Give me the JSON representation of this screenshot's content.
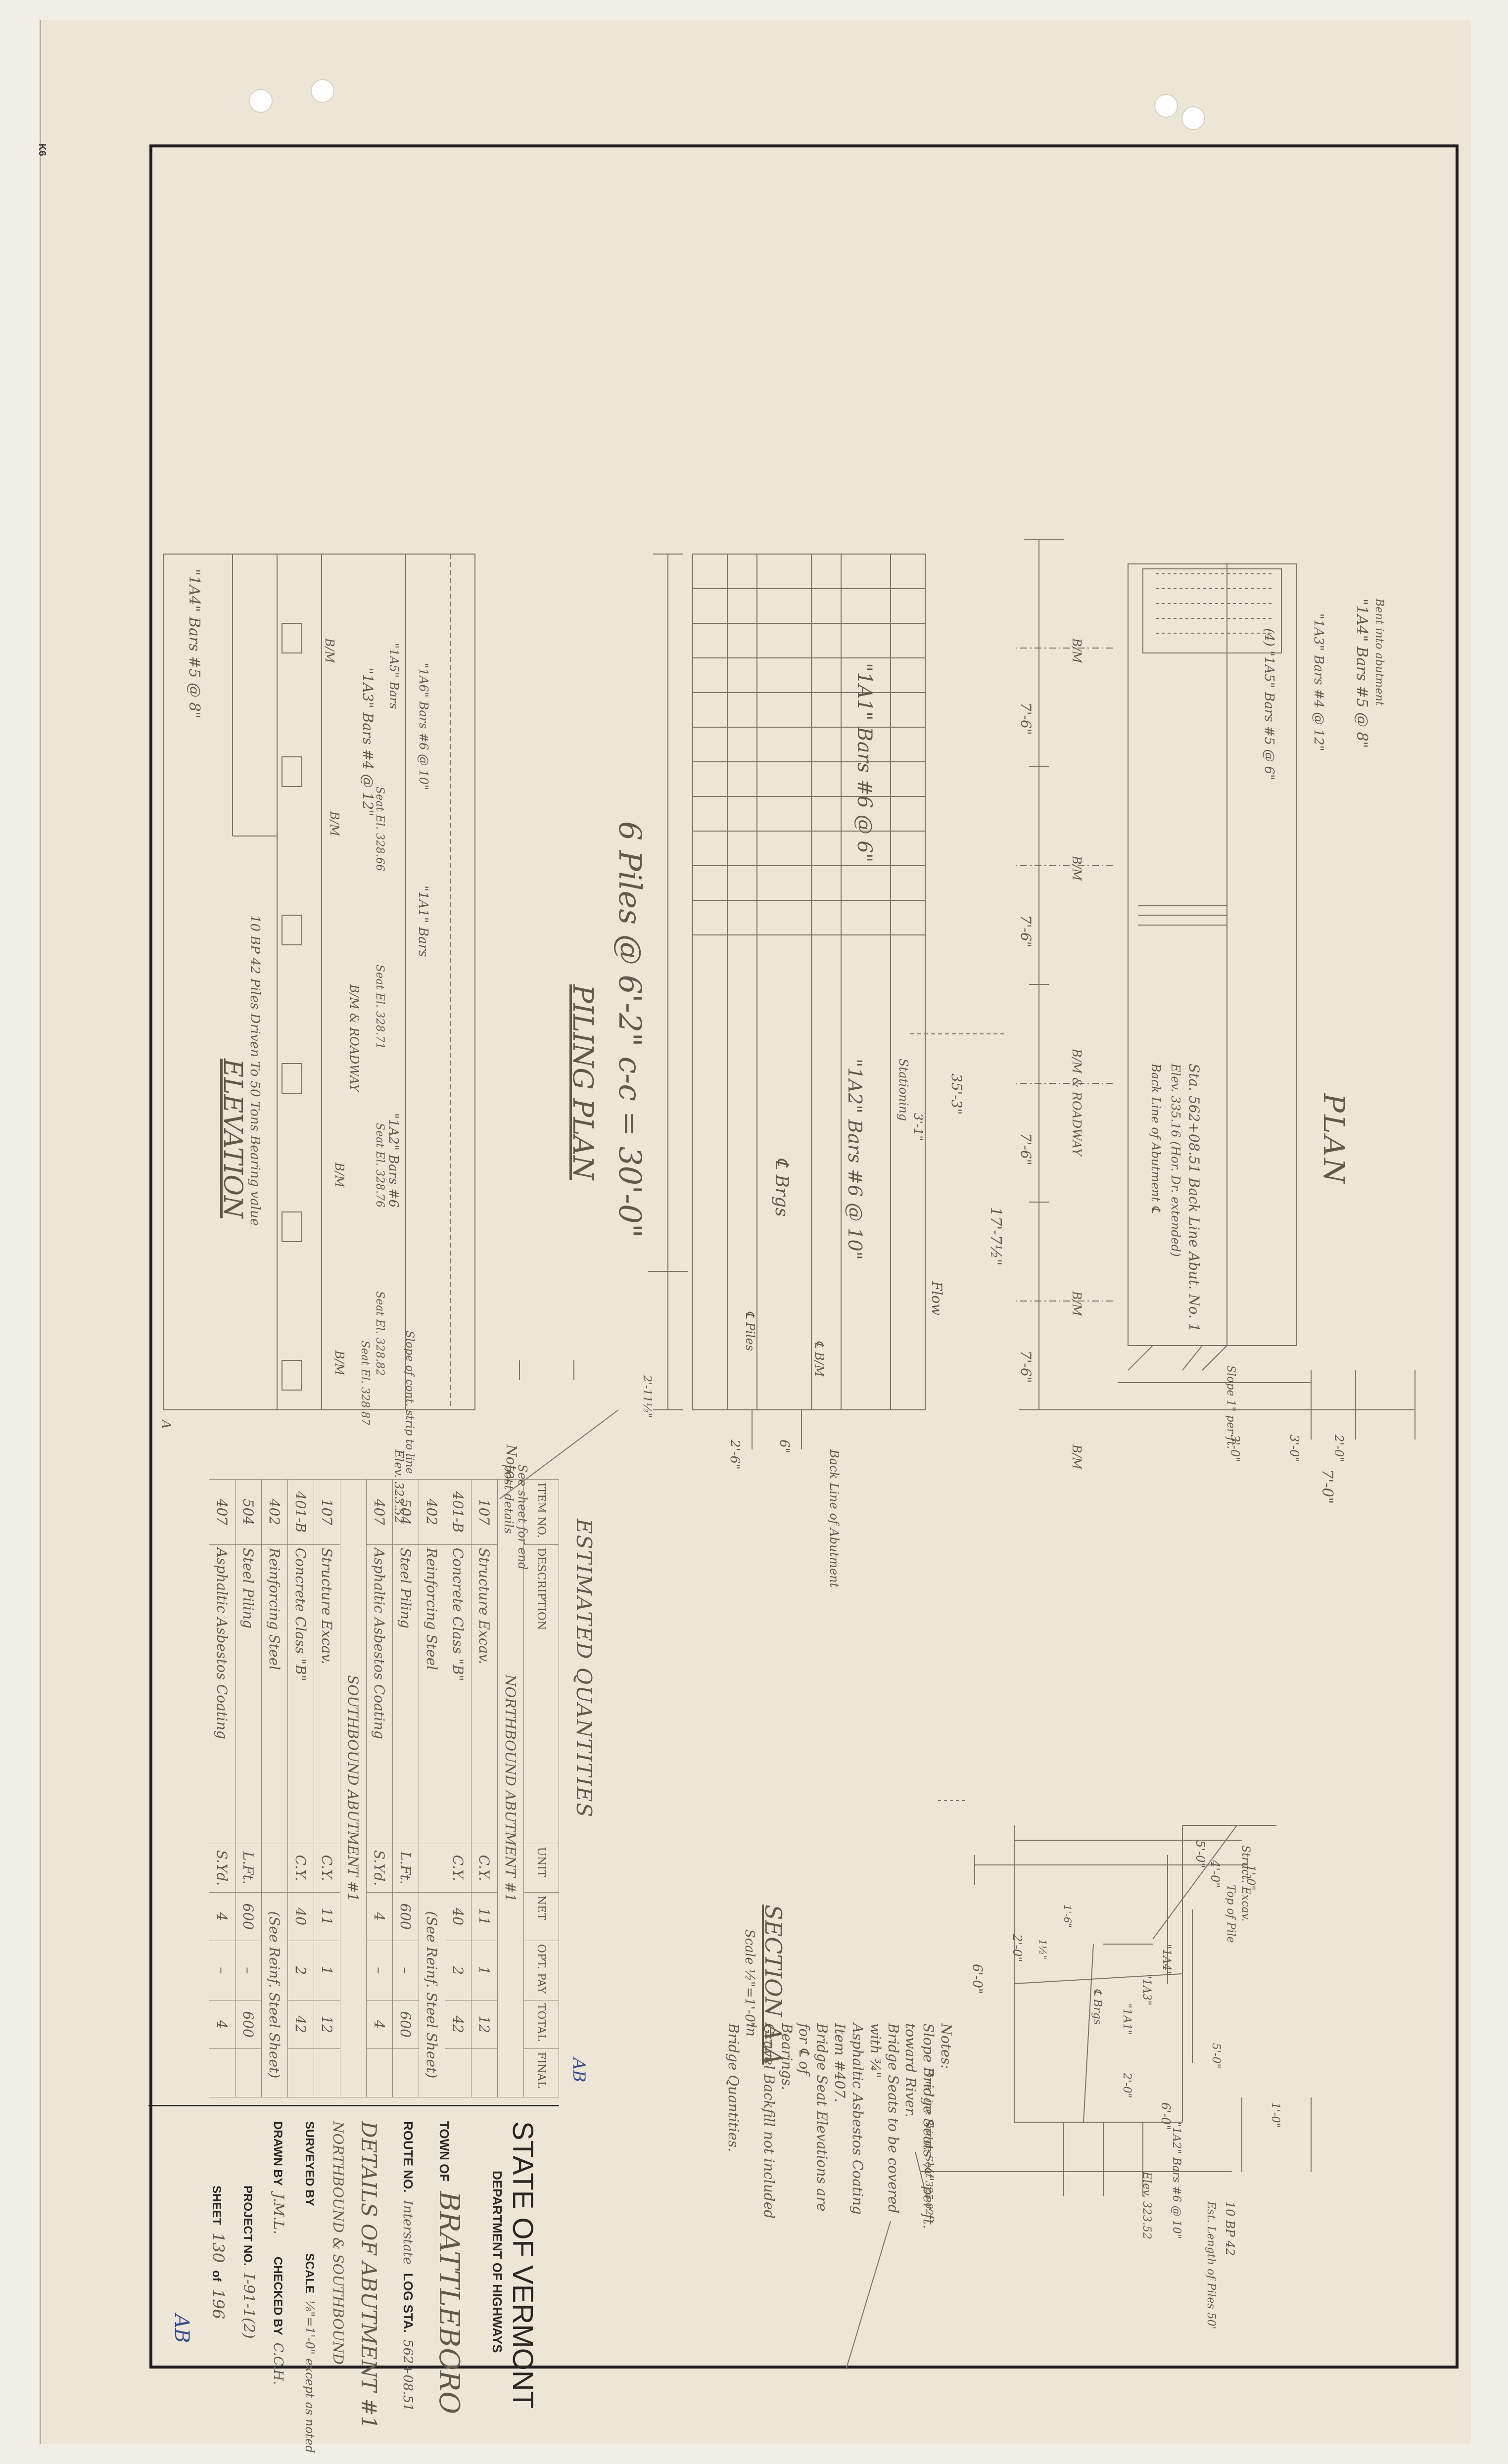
{
  "stamp": "K6",
  "views": {
    "elevation": "ELEVATION",
    "piling_plan": "PILING PLAN",
    "plan": "PLAN",
    "section": "SECTION A-A",
    "section_scale": "Scale ½\"=1'-0\""
  },
  "elevation_labels": {
    "bars_top": "\"1A4\" Bars #5 @ 8\"",
    "bars_3": "\"1A3\" Bars #4 @ 12\"",
    "bars_5": "\"1A5\" Bars",
    "bars_6": "\"1A6\" Bars #6 @ 10\"",
    "bars_1": "\"1A1\" Bars",
    "bars_2": "\"1A2\" Bars #6",
    "bm_1": "B/M",
    "bm_2": "B/M",
    "bm_3": "B/M & ROADWAY",
    "bm_4": "B/M",
    "bm_5": "B/M",
    "seat_1": "Seat El. 328.66",
    "seat_2": "Seat El. 328.71",
    "seat_3": "Seat El. 328.76",
    "seat_4": "Seat El. 328.82",
    "seat_5": "Seat El. 328.87",
    "elev_bottom": "Elev. 323.52",
    "piles_note": "10 BP 42 Piles Driven To 50 Tons Bearing value",
    "slope_note": "Slope of cont. strip to line",
    "mark_a": "A",
    "note_head": "Note:",
    "note_body": "See sheet for end post details"
  },
  "piling_labels": {
    "bars_a": "\"1A1\" Bars #6 @ 6\"",
    "bars_b": "\"1A2\" Bars #6 @ 10\"",
    "piles_spacing": "6 Piles @ 6'-2\" c-c = 30'-0\"",
    "brgs": "℄ Brgs",
    "piles": "℄ Piles",
    "bm": "℄ B/M",
    "dim_left": "2'-6\"",
    "dim_right": "6\"",
    "dim_end": "2'-11½\"",
    "back_line": "Back Line of Abutment"
  },
  "plan_labels": {
    "bars_4": "\"1A4\" Bars #5 @ 8\"",
    "bars_4_note": "Bent into abutment",
    "bars_3": "\"1A3\" Bars #4 @ 12\"",
    "bars_5": "(4) \"1A5\" Bars #5 @ 6\"",
    "dim_75_a": "7'-6\"",
    "dim_75_b": "7'-6\"",
    "dim_75_c": "7'-6\"",
    "dim_75_d": "7'-6\"",
    "dim_total": "35'-3\"",
    "dim_half": "17'-7½\"",
    "dim_small": "3'-1\"",
    "stationing": "Stationing",
    "flow": "Flow",
    "sta_note": "Sta. 562+08.51 Back Line Abut. No. 1",
    "elev_note": "Elev. 335.16 (Hor. Dr. extended)",
    "back_line": "Back Line of Abutment ℄",
    "slope": "Slope 1\" per ft.",
    "bm_1": "B/M",
    "bm_2": "B/M",
    "bm_3": "B/M & ROADWAY",
    "bm_4": "B/M",
    "bm_5": "B/M",
    "d1": "2'-0\"",
    "d2": "3'-0\"",
    "d3": "3'-0\"",
    "d4": "7'-0\""
  },
  "section_labels": {
    "dim_top": "5'-0\"",
    "dim_top2": "4'-0\"",
    "dim_a": "1'-0\"",
    "top_pile": "Top of Pile",
    "struct_exc": "Struct. Excav.",
    "bar_a": "\"1A4\"",
    "bar_b": "\"1A3\"",
    "bar_c": "\"1A1\"",
    "brgs": "℄ Brgs",
    "dim_b": "2'-0\"",
    "dim_c": "6'-0\"",
    "dim_d": "5'-0\"",
    "dim_e": "1'-0\"",
    "dim_f": "2'-0\"",
    "dim_g": "6'-0\"",
    "bars_2": "\"1A2\" Bars #6 @ 10\"",
    "elev": "Elev. 323.52",
    "bp": "10 BP 42",
    "bp_len": "Est. Length of Piles 50'",
    "fine_line": "Fine Line Bridge Seat 325.02",
    "dim_h": "1½\"",
    "dim_i": "1'-6\""
  },
  "notes": {
    "heading": "Notes:",
    "lines": [
      "Slope Bridge Seats ¼\" per ft. toward River.",
      "Bridge Seats to be covered with ¾\"",
      "Asphaltic Asbestos Coating Item #407.",
      "Bridge Seat Elevations are for ℄ of",
      "Bearings.",
      "Gravel Backfill not included in",
      "Bridge Quantities."
    ]
  },
  "quantities": {
    "title": "ESTIMATED QUANTITIES",
    "headers": [
      "ITEM NO.",
      "DESCRIPTION",
      "UNIT",
      "NET",
      "OPT. PAY",
      "TOTAL",
      "FINAL"
    ],
    "groups": [
      {
        "name": "NORTHBOUND ABUTMENT #1",
        "rows": [
          [
            "107",
            "Structure Excav.",
            "C.Y.",
            "11",
            "1",
            "12",
            ""
          ],
          [
            "401-B",
            "Concrete Class \"B\"",
            "C.Y.",
            "40",
            "2",
            "42",
            ""
          ],
          [
            "402",
            "Reinforcing Steel",
            "",
            "(See Reinf. Steel Sheet)",
            "",
            "",
            ""
          ],
          [
            "504",
            "Steel Piling",
            "L.Ft.",
            "600",
            "–",
            "600",
            ""
          ],
          [
            "407",
            "Asphaltic Asbestos Coating",
            "S.Yd.",
            "4",
            "–",
            "4",
            ""
          ]
        ]
      },
      {
        "name": "SOUTHBOUND ABUTMENT #1",
        "rows": [
          [
            "107",
            "Structure Excav.",
            "C.Y.",
            "11",
            "1",
            "12",
            ""
          ],
          [
            "401-B",
            "Concrete Class \"B\"",
            "C.Y.",
            "40",
            "2",
            "42",
            ""
          ],
          [
            "402",
            "Reinforcing Steel",
            "",
            "(See Reinf. Steel Sheet)",
            "",
            "",
            ""
          ],
          [
            "504",
            "Steel Piling",
            "L.Ft.",
            "600",
            "–",
            "600",
            ""
          ],
          [
            "407",
            "Asphaltic Asbestos Coating",
            "S.Yd.",
            "4",
            "–",
            "4",
            ""
          ]
        ]
      }
    ],
    "check": "AB"
  },
  "title_block": {
    "state": "STATE OF VERMONT",
    "department": "DEPARTMENT OF HIGHWAYS",
    "town_label": "TOWN OF",
    "town": "BRATTLEBORO",
    "route_label": "ROUTE NO.",
    "route": "Interstate",
    "log_label": "LOG STA.",
    "log": "562+08.51",
    "subject": "DETAILS OF ABUTMENT #1",
    "subject_sub": "NORTHBOUND & SOUTHBOUND",
    "surveyed_label": "SURVEYED BY",
    "scale_label": "SCALE",
    "scale": "⅛\"=1'-0\" except as noted",
    "drawn_label": "DRAWN BY",
    "drawn": "J.M.L.",
    "checked_label": "CHECKED BY",
    "checked": "C.C.H.",
    "project_label": "PROJECT NO.",
    "project": "I-91-1(2)",
    "sheet_label": "SHEET",
    "sheet": "130",
    "sheet_of": "of",
    "sheet_total": "196",
    "mark": "AB"
  }
}
